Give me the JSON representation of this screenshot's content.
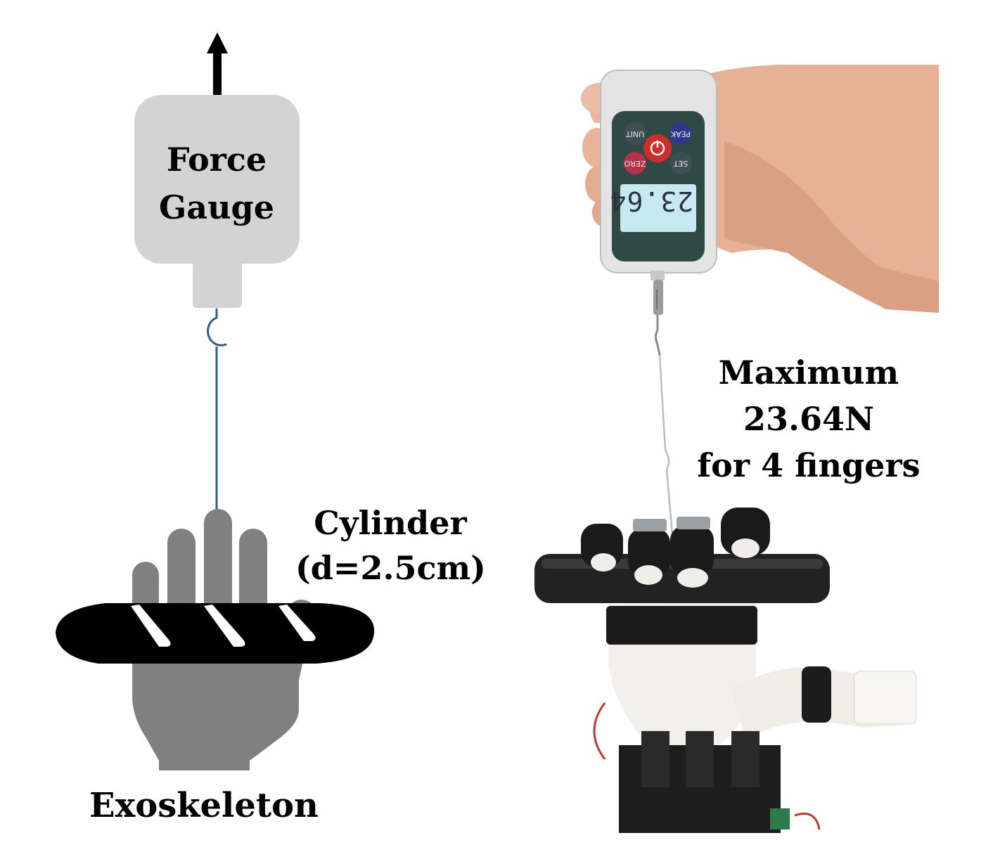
{
  "schematic": {
    "gauge_label": [
      "Force",
      "Gauge"
    ],
    "cylinder_label": [
      "Cylinder",
      "(d=2.5cm)"
    ],
    "exoskeleton_label": "Exoskeleton"
  },
  "photo": {
    "result_label": [
      "Maximum",
      "23.64N",
      "for 4 fingers"
    ],
    "lcd_reading": "23.64",
    "buttons": {
      "unit": "UNIT",
      "peak": "PEAK",
      "zero": "ZERO",
      "set": "SET"
    }
  },
  "colors": {
    "gauge_body": "#d3d3d3",
    "string": "#2f5f86",
    "hand": "#808080",
    "cylinder": "#000000",
    "arrow": "#000000",
    "lcd": "#c7e9f0",
    "skin": "#e9b79c"
  }
}
